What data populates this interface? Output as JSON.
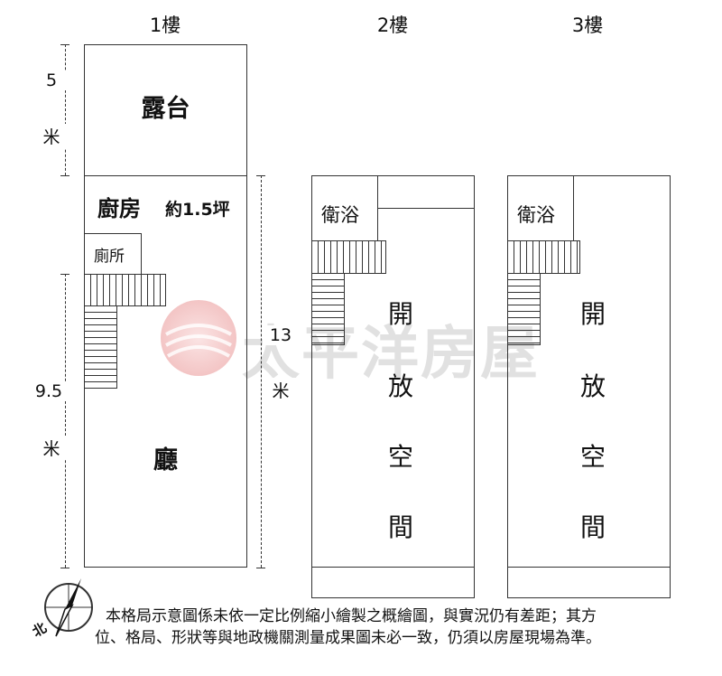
{
  "floors": {
    "f1": {
      "title": "1樓",
      "terrace": "露台",
      "kitchen": "廚房",
      "kitchen_area": "約1.5坪",
      "toilet": "廁所",
      "hall": "廳"
    },
    "f2": {
      "title": "2樓",
      "bath": "衛浴",
      "open_space": [
        "開",
        "放",
        "空",
        "間"
      ]
    },
    "f3": {
      "title": "3樓",
      "bath": "衛浴",
      "open_space": [
        "開",
        "放",
        "空",
        "間"
      ]
    }
  },
  "dimensions": {
    "terrace_depth_value": "5",
    "unit": "米",
    "hall_depth_value": "9.5",
    "upper_depth_value": "13"
  },
  "watermark": "太平洋房屋",
  "compass": {
    "north_label": "北",
    "icon": "compass-icon"
  },
  "disclaimer": {
    "line1": "本格局示意圖係未依一定比例縮小繪製之概繪圖，與實況仍有差距；其方",
    "line2": "位、格局、形狀等與地政機關測量成果圖未必一致，仍須以房屋現場為準。"
  },
  "colors": {
    "line": "#333333",
    "watermark": "#c8c8c8",
    "logo_red": "#e05050"
  }
}
